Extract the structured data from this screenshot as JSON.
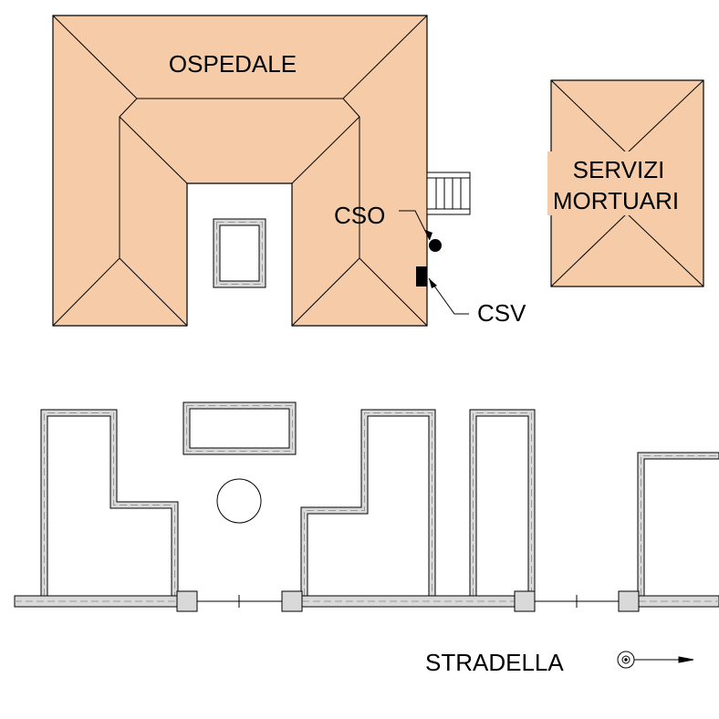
{
  "labels": {
    "hospital": "OSPEDALE",
    "mortuary_line1": "SERVIZI",
    "mortuary_line2": "MORTUARI",
    "cso": "CSO",
    "csv": "CSV",
    "street": "STRADELLA"
  },
  "colors": {
    "roof": "#f6cca8",
    "line": "#000000",
    "wall_fill": "#d9d9d9",
    "wall_dash": "#9a9a9a",
    "background": "#ffffff"
  }
}
